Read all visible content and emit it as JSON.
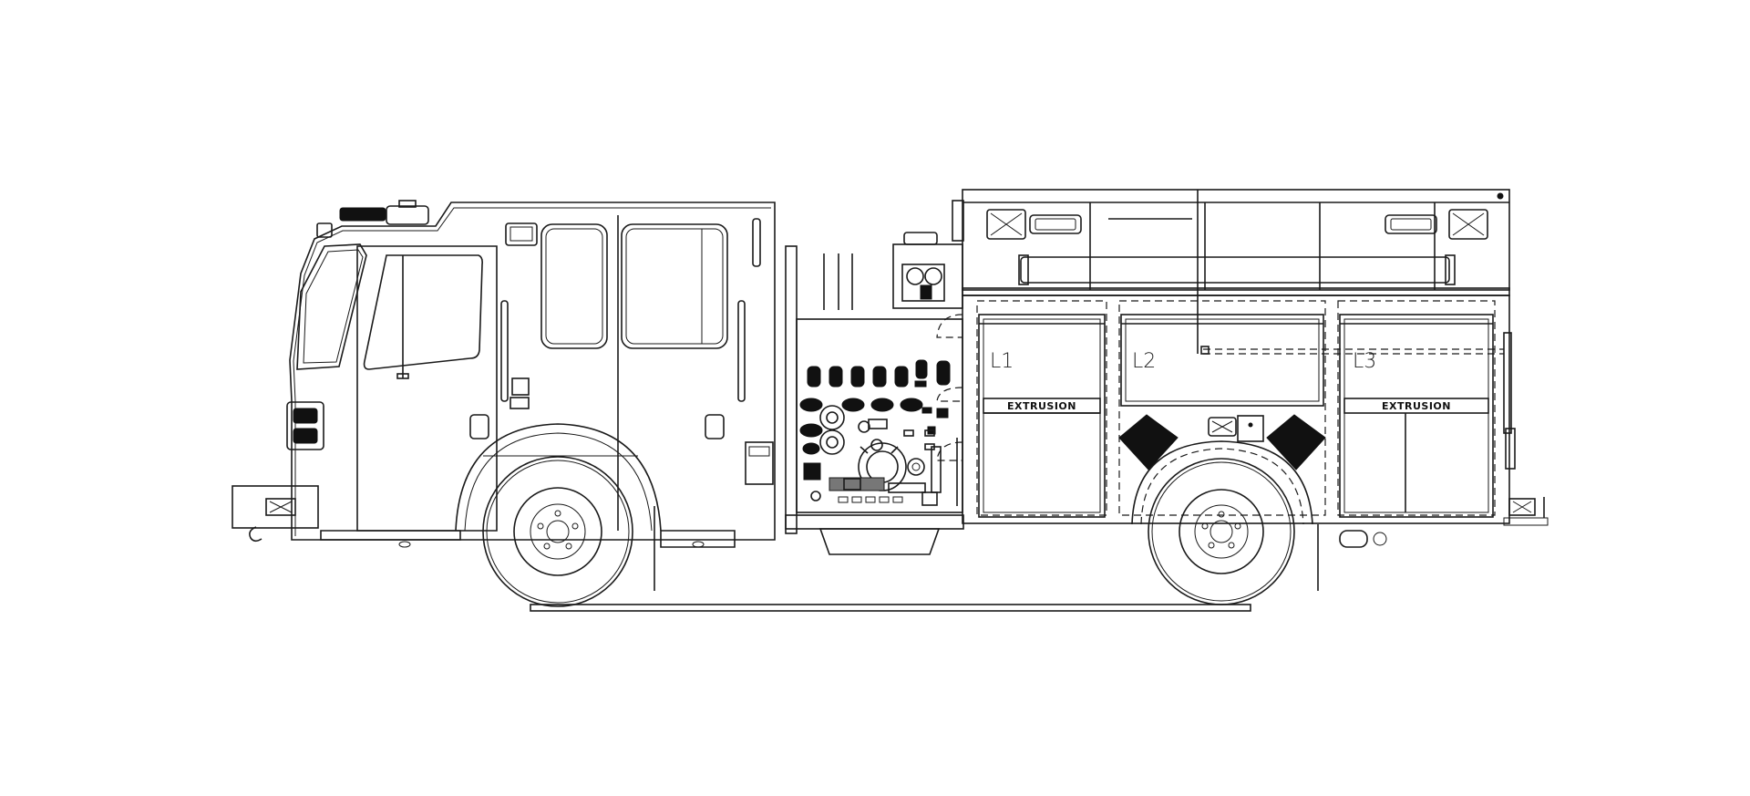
{
  "compartments": [
    {
      "label": "L1"
    },
    {
      "label": "L2"
    },
    {
      "label": "L3"
    }
  ],
  "extrusion_labels": [
    "EXTRUSION",
    "EXTRUSION"
  ],
  "colors": {
    "line": "#1a1a1a",
    "fill": "#ffffff",
    "solid": "#111111"
  }
}
